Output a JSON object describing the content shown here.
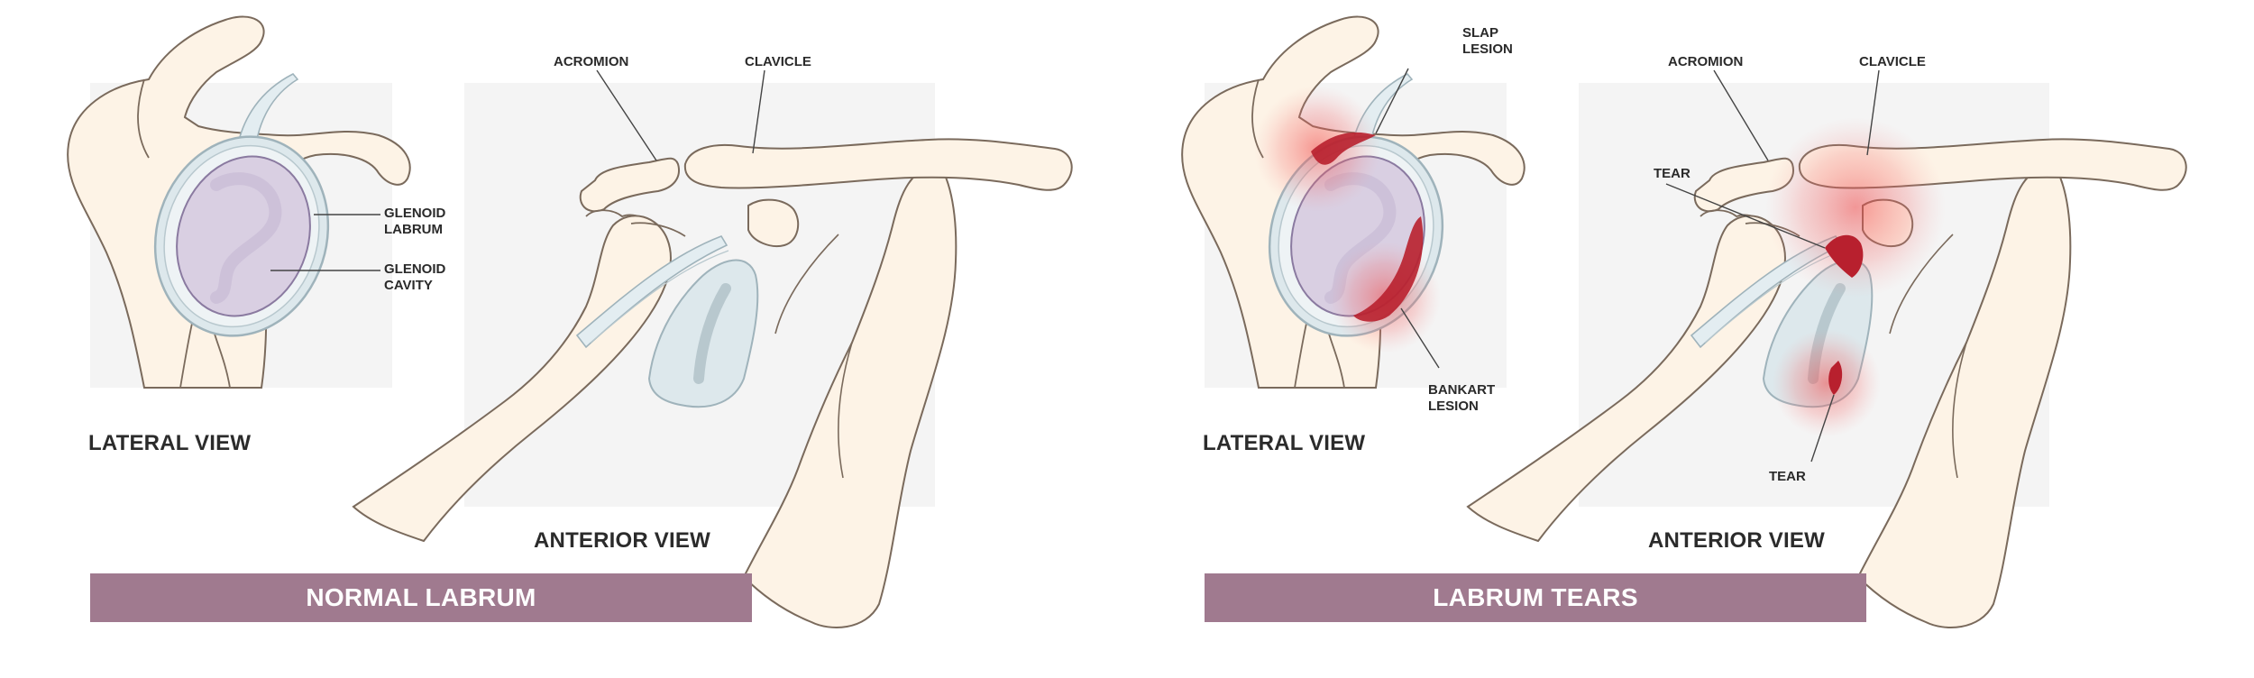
{
  "left_panel": {
    "lateral_labels": {
      "glenoid_labrum": [
        "GLENOID",
        "LABRUM"
      ],
      "glenoid_cavity": [
        "GLENOID",
        "CAVITY"
      ]
    },
    "lateral_view": "LATERAL VIEW",
    "anterior_labels": {
      "acromion": "ACROMION",
      "clavicle": "CLAVICLE"
    },
    "anterior_view": "ANTERIOR VIEW",
    "banner": "NORMAL LABRUM"
  },
  "right_panel": {
    "lateral_labels": {
      "slap_lesion": [
        "SLAP",
        "LESION"
      ],
      "bankart_lesion": [
        "BANKART",
        "LESION"
      ]
    },
    "lateral_view": "LATERAL VIEW",
    "anterior_labels": {
      "acromion": "ACROMION",
      "clavicle": "CLAVICLE",
      "tear_upper": "TEAR",
      "tear_lower": "TEAR"
    },
    "anterior_view": "ANTERIOR VIEW",
    "banner": "LABRUM TEARS"
  },
  "colors": {
    "bone": "#fdf3e6",
    "outline": "#7a6a5c",
    "background_box": "#f4f4f4",
    "labrum": "#d7e3e8",
    "cavity": "#d9cfe2",
    "tear": "#b8202e",
    "inflammation": "#f05a5a",
    "banner": "#a07a8f"
  }
}
